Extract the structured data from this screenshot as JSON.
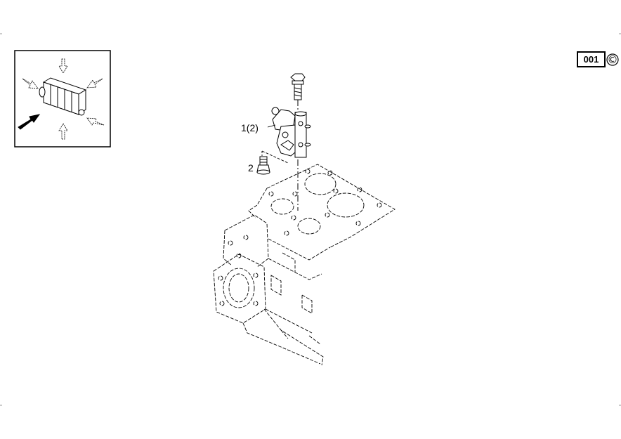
{
  "sheet": {
    "page_number": "001",
    "copyright_symbol": "©"
  },
  "callouts": [
    {
      "id": "part-1",
      "label": "1(2)"
    },
    {
      "id": "part-2",
      "label": "2"
    }
  ],
  "inset": {
    "icon": "engine-orientation-icon"
  },
  "colors": {
    "ink": "#000000",
    "paper": "#ffffff"
  }
}
